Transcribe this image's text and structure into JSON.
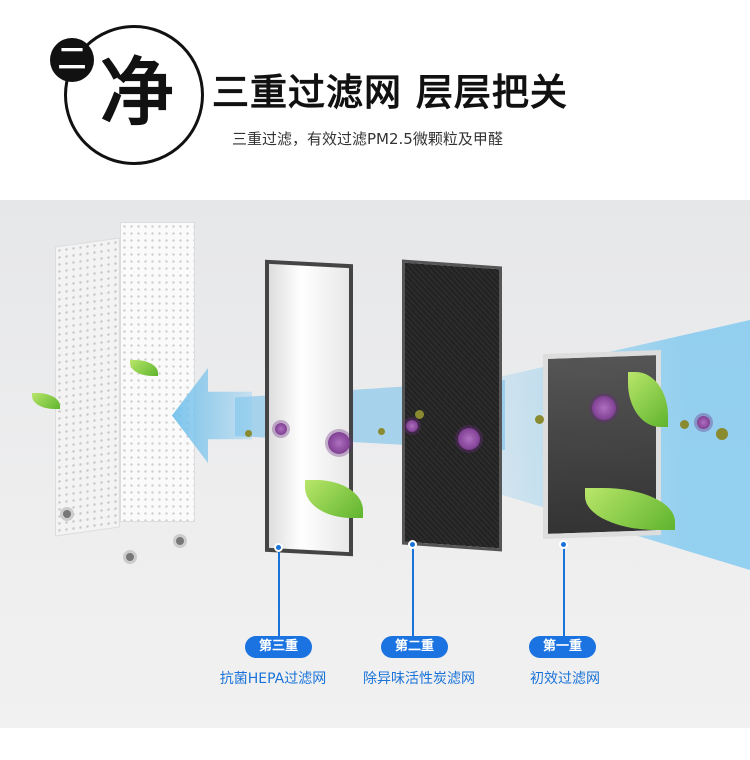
{
  "header": {
    "badge": "二",
    "big_char": "净",
    "title": "三重过滤网 层层把关",
    "subtitle": "三重过滤，有效过滤PM2.5微颗粒及甲醛"
  },
  "filters": [
    {
      "stage": "第三重",
      "name": "抗菌HEPA过滤网"
    },
    {
      "stage": "第二重",
      "name": "除异味活性炭滤网"
    },
    {
      "stage": "第一重",
      "name": "初效过滤网"
    }
  ],
  "colors": {
    "accent": "#1a73e0",
    "text": "#111111"
  }
}
